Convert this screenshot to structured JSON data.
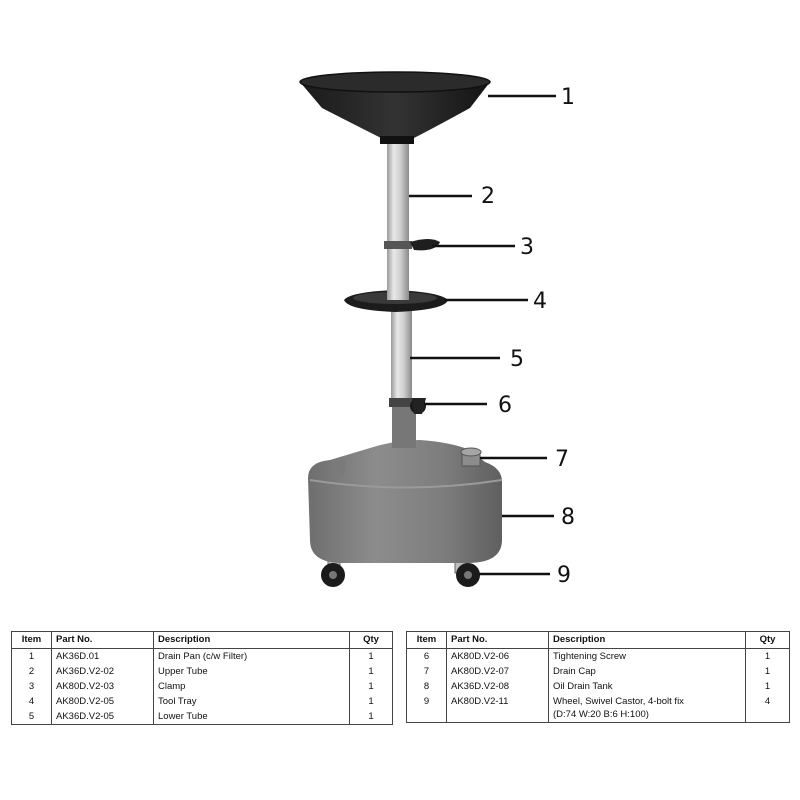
{
  "callouts": [
    "1",
    "2",
    "3",
    "4",
    "5",
    "6",
    "7",
    "8",
    "9"
  ],
  "table": {
    "headers": {
      "item": "Item",
      "part_no": "Part No.",
      "description": "Description",
      "qty": "Qty"
    },
    "left_rows": [
      {
        "item": "1",
        "part_no": "AK36D.01",
        "description": "Drain Pan (c/w Filter)",
        "qty": "1"
      },
      {
        "item": "2",
        "part_no": "AK36D.V2-02",
        "description": "Upper Tube",
        "qty": "1"
      },
      {
        "item": "3",
        "part_no": "AK80D.V2-03",
        "description": "Clamp",
        "qty": "1"
      },
      {
        "item": "4",
        "part_no": "AK80D.V2-05",
        "description": "Tool Tray",
        "qty": "1"
      },
      {
        "item": "5",
        "part_no": "AK36D.V2-05",
        "description": "Lower Tube",
        "qty": "1"
      }
    ],
    "right_rows": [
      {
        "item": "6",
        "part_no": "AK80D.V2-06",
        "description": "Tightening Screw",
        "qty": "1"
      },
      {
        "item": "7",
        "part_no": "AK80D.V2-07",
        "description": "Drain Cap",
        "qty": "1"
      },
      {
        "item": "8",
        "part_no": "AK36D.V2-08",
        "description": "Oil Drain Tank",
        "qty": "1"
      },
      {
        "item": "9",
        "part_no": "AK80D.V2-11",
        "description": "Wheel, Swivel Castor, 4-bolt fix",
        "description_line2": "(D:74 W:20 B:6 H:100)",
        "qty": "4"
      }
    ]
  }
}
